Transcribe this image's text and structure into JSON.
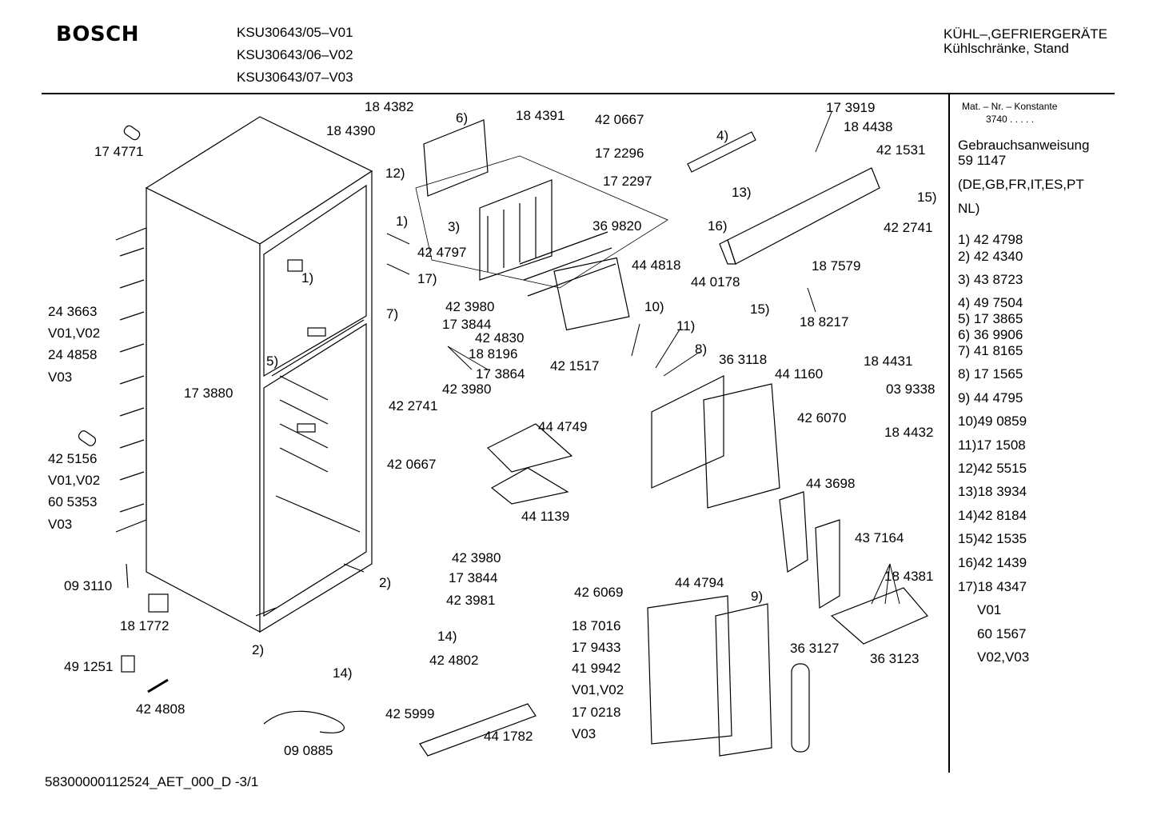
{
  "header": {
    "brand": "BOSCH",
    "models": [
      "KSU30643/05–V01",
      "KSU30643/06–V02",
      "KSU30643/07–V03"
    ],
    "category_line1": "KÜHL–,GEFRIERGERÄTE",
    "category_line2": "Kühlschränke, Stand"
  },
  "sidebar": {
    "mat_title": "Mat. – Nr. – Konstante",
    "mat_value": "3740  .   .   .   .   .",
    "manual_title": "Gebrauchsanweisung",
    "manual_number": "59 1147",
    "languages_line1": "(DE,GB,FR,IT,ES,PT",
    "languages_line2": "NL)",
    "items": [
      "1) 42 4798",
      "2) 42 4340",
      "3) 43 8723",
      "4) 49 7504",
      "5) 17 3865",
      "6) 36 9906",
      "7) 41 8165",
      "8) 17 1565",
      "9) 44 4795",
      "10)49 0859",
      "11)17 1508",
      "12)42 5515",
      "13)18 3934",
      "14)42 8184",
      "15)42 1535",
      "16)42 1439",
      "17)18 4347"
    ],
    "variant_v01": "V01",
    "variant_v01_part": "60 1567",
    "variant_v02v03": "V02,V03"
  },
  "labels": {
    "l174771": "17 4771",
    "l243663": "24 3663",
    "lv0102a": "V01,V02",
    "l244858": "24 4858",
    "lv03a": "V03",
    "l173880": "17 3880",
    "l425156": "42 5156",
    "lv0102b": "V01,V02",
    "l605353": "60 5353",
    "lv03b": "V03",
    "l093110": "09 3110",
    "l181772": "18 1772",
    "l2a": "2)",
    "l491251": "49 1251",
    "l424808": "42 4808",
    "l090885": "09 0885",
    "l184382": "18 4382",
    "l184390": "18 4390",
    "l6": "6)",
    "l184391": "18 4391",
    "l420667a": "42 0667",
    "l172296": "17 2296",
    "l172297": "17 2297",
    "l12": "12)",
    "l1a": "1)",
    "l1b": "1)",
    "l3": "3)",
    "l369820": "36 9820",
    "l424797": "42 4797",
    "l17": "17)",
    "l444818": "44 4818",
    "l7": "7)",
    "l423980a": "42 3980",
    "l173844a": "17 3844",
    "l424830": "42 4830",
    "l188196": "18 8196",
    "l173864": "17 3864",
    "l423980b": "42 3980",
    "l422741a": "42 2741",
    "l5": "5)",
    "l421517": "42 1517",
    "l10": "10)",
    "l11": "11)",
    "l8": "8)",
    "l363118": "36 3118",
    "l441160": "44 1160",
    "l426070": "42 6070",
    "l444749": "44 4749",
    "l420667b": "42 0667",
    "l441139": "44 1139",
    "l4": "4)",
    "l173919": "17 3919",
    "l184438": "18 4438",
    "l421531": "42 1531",
    "l13": "13)",
    "l15a": "15)",
    "l16": "16)",
    "l422741b": "42 2741",
    "l187579": "18 7579",
    "l440178": "44 0178",
    "l15b": "15)",
    "l188217": "18 8217",
    "l184431": "18 4431",
    "l039338": "03 9338",
    "l184432": "18 4432",
    "l443698": "44 3698",
    "l437164": "43 7164",
    "l184381": "18 4381",
    "l363127": "36 3127",
    "l363123": "36 3123",
    "l2b": "2)",
    "l423980c": "42 3980",
    "l173844b": "17 3844",
    "l423981": "42 3981",
    "l14a": "14)",
    "l424802": "42 4802",
    "l14b": "14)",
    "l425999": "42 5999",
    "l441782": "44 1782",
    "l426069": "42 6069",
    "l444794": "44 4794",
    "l9": "9)",
    "l187016": "18 7016",
    "l179433": "17 9433",
    "l419942": "41 9942",
    "lv0102c": "V01,V02",
    "l170218": "17 0218",
    "lv03c": "V03"
  },
  "footer": {
    "doc_id": "58300000112524_AET_000_D -3/1"
  }
}
